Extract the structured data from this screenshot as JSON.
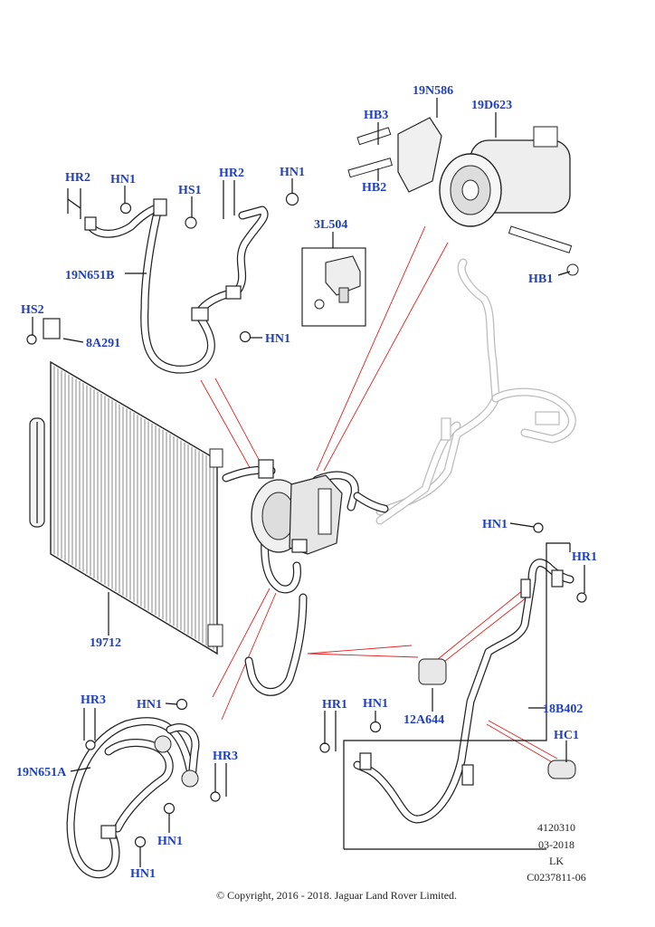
{
  "callouts": {
    "hr2_left": "HR2",
    "hn1_top_left": "HN1",
    "hs1": "HS1",
    "hr2_mid": "HR2",
    "hn1_mid": "HN1",
    "hb3": "HB3",
    "hb2": "HB2",
    "n19n586": "19N586",
    "n19d623": "19D623",
    "hb1": "HB1",
    "n3l504": "3L504",
    "n19n651b": "19N651B",
    "hs2": "HS2",
    "n8a291": "8A291",
    "hn1_bracket": "HN1",
    "n19712": "19712",
    "hn1_right": "HN1",
    "hr1_right": "HR1",
    "hr3_left": "HR3",
    "hn1_lower": "HN1",
    "n19n651a": "19N651A",
    "hr3_right": "HR3",
    "hn1_lower2": "HN1",
    "hn1_bottom": "HN1",
    "hr1_box": "HR1",
    "hn1_box": "HN1",
    "n12a644": "12A644",
    "n18b402": "18B402",
    "hc1": "HC1"
  },
  "meta": {
    "ref": "4120310",
    "date": "03-2018",
    "initials": "LK",
    "code": "C0237811-06"
  },
  "copyright": "© Copyright, 2016 - 2018. Jaguar Land Rover Limited.",
  "colors": {
    "callout": "#1f3fbf",
    "leader_red": "#e02020",
    "line": "#111111"
  }
}
